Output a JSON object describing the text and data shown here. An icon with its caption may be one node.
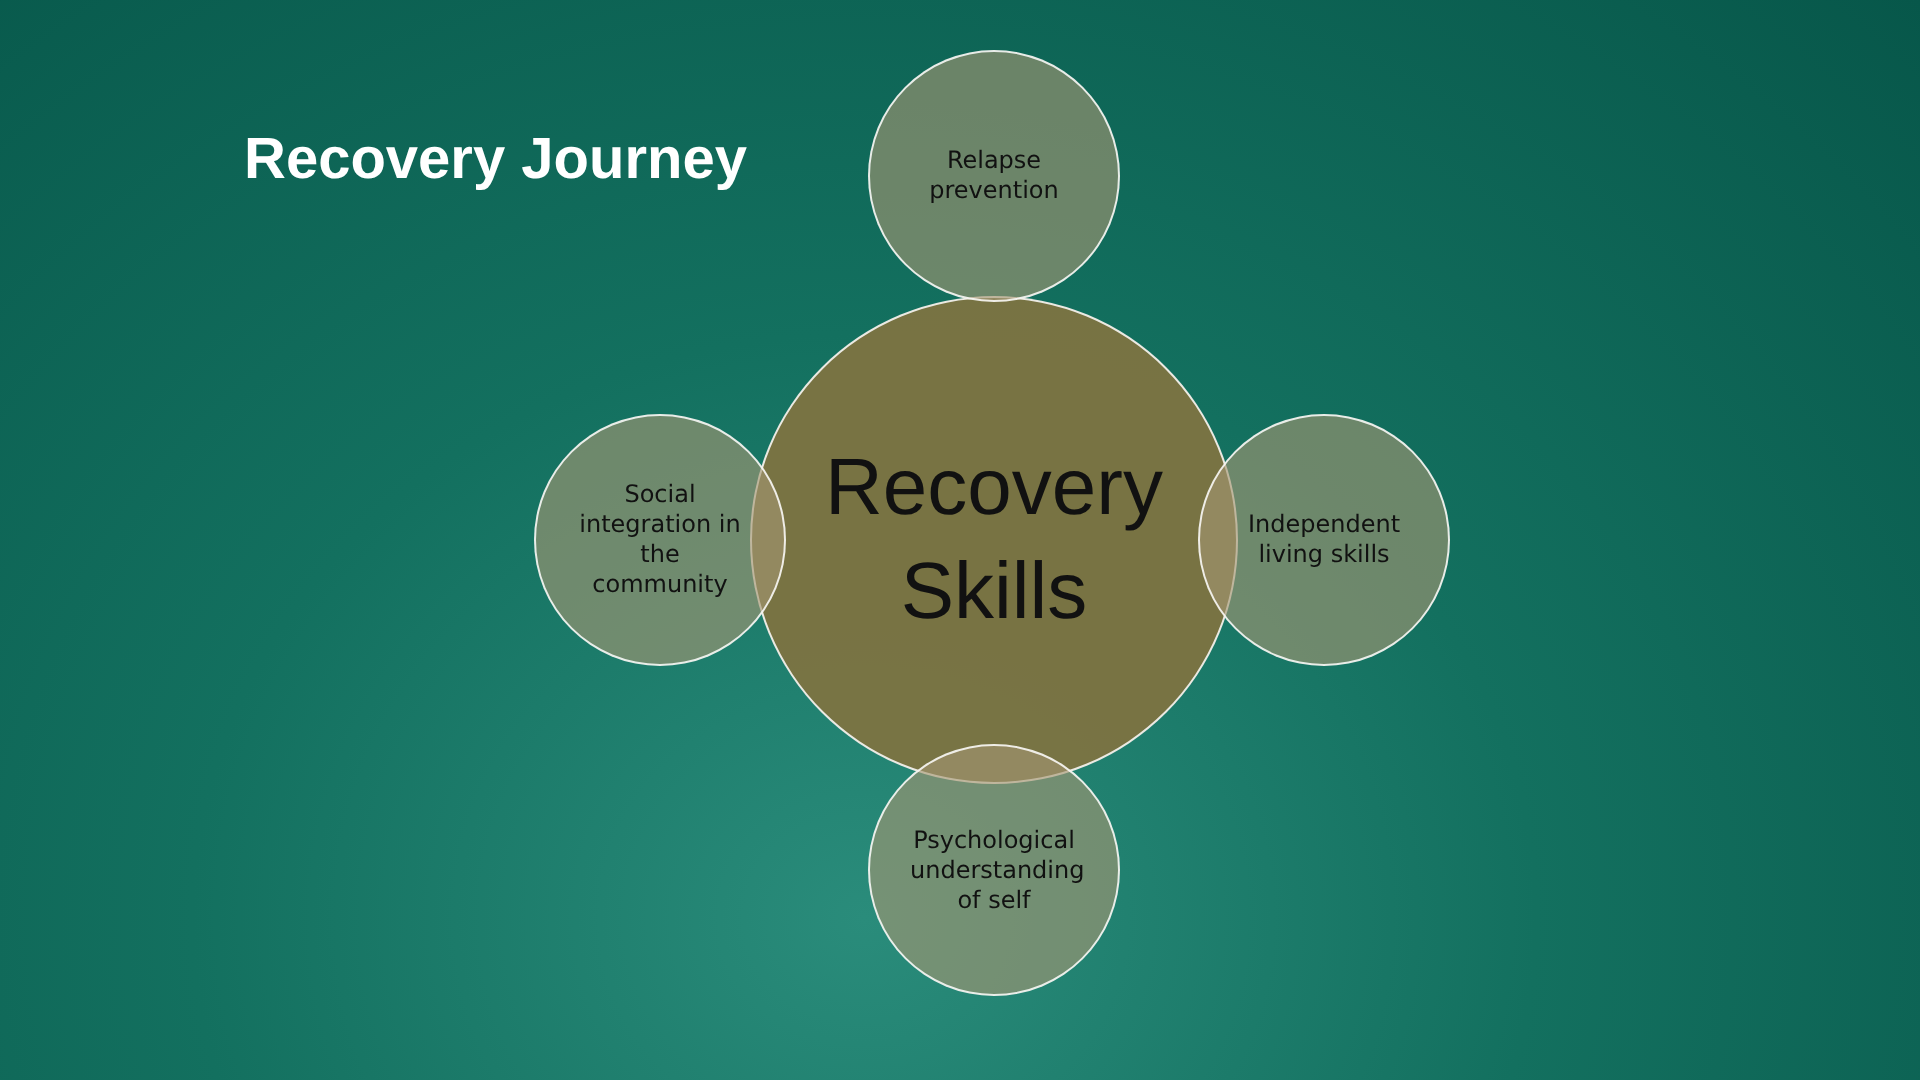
{
  "diagram": {
    "title": "Recovery Journey",
    "nodes": [
      {
        "text": [
          "Relapse prevention"
        ]
      },
      {
        "text": [
          "Social integration in the community"
        ]
      },
      {
        "text": [
          "Recovery Skills"
        ]
      },
      {
        "text": [
          "Independent living skills"
        ]
      },
      {
        "text": [
          "Psychological understanding of self"
        ]
      }
    ],
    "edges": []
  }
}
